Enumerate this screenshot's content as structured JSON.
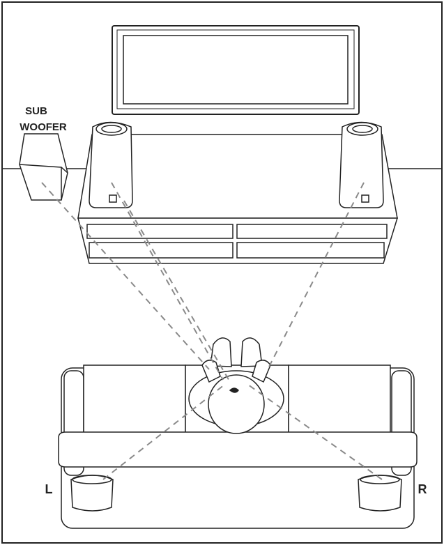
{
  "labels": {
    "sub_line1": "SUB",
    "sub_line2": "WOOFER",
    "left": "L",
    "right": "R"
  },
  "colors": {
    "stroke": "#222222",
    "fill": "#ffffff",
    "guide": "#8a8a8a"
  },
  "icons": {
    "tv": "flat-screen-tv-icon",
    "front_left": "tower-speaker-icon",
    "front_right": "tower-speaker-icon",
    "subwoofer": "subwoofer-box-icon",
    "rear_left": "surround-speaker-icon",
    "rear_right": "surround-speaker-icon",
    "sofa": "sofa-icon",
    "listener": "listener-person-icon"
  }
}
